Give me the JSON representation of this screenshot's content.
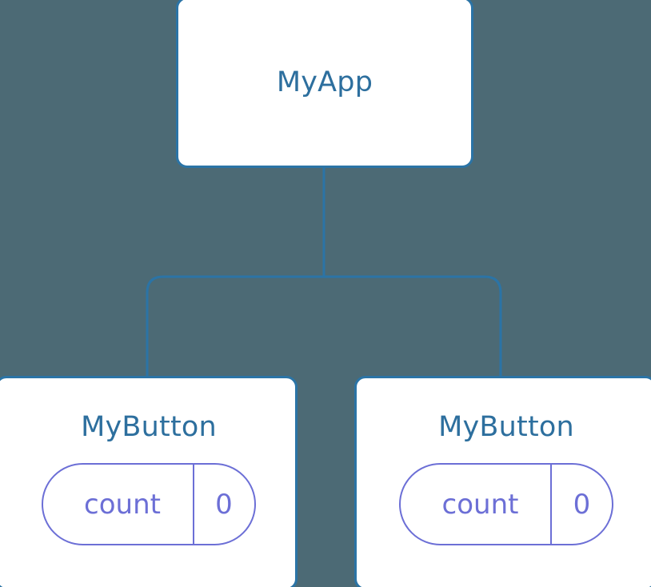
{
  "diagram": {
    "type": "component-tree",
    "background_color": "#4c6a75",
    "edge_color": "#2b74a6",
    "node_border_color": "#2b74a6",
    "node_fill_color": "#ffffff",
    "label_color": "#2d6f9e",
    "state_color": "#6c6fd6",
    "root": {
      "title": "MyApp"
    },
    "children": [
      {
        "title": "MyButton",
        "state": {
          "key": "count",
          "value": "0"
        }
      },
      {
        "title": "MyButton",
        "state": {
          "key": "count",
          "value": "0"
        }
      }
    ]
  }
}
